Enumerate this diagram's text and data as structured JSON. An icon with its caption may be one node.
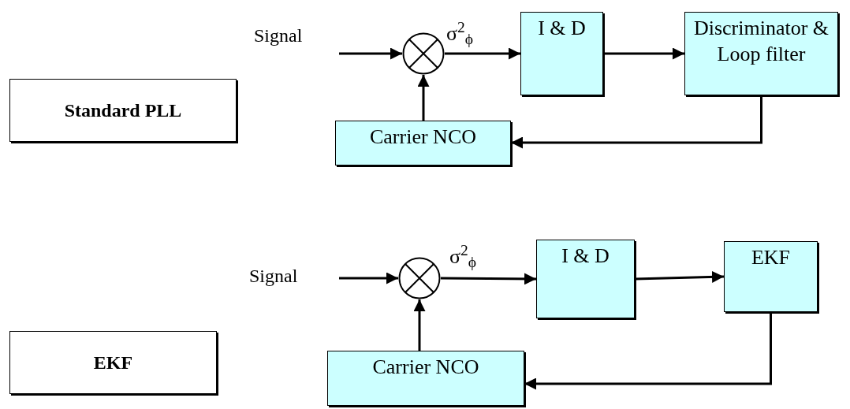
{
  "diagram": {
    "nodes": [
      {
        "text": [
          "Standard PLL"
        ]
      },
      {
        "text": [],
        "shape": "circle"
      },
      {
        "text": [
          "I & D"
        ]
      },
      {
        "text": [
          "Discriminator & Loop filter"
        ]
      },
      {
        "text": [
          "Carrier NCO"
        ]
      },
      {
        "text": [
          "EKF"
        ]
      },
      {
        "text": [],
        "shape": "circle"
      },
      {
        "text": [
          "I & D"
        ]
      },
      {
        "text": [
          "EKF"
        ]
      },
      {
        "text": [
          "Carrier NCO"
        ]
      }
    ],
    "edges": [
      {
        "from": null,
        "to": 1,
        "arrow": "to"
      },
      {
        "from": 1,
        "to": 2,
        "arrow": "to",
        "label": "σ$^{2}$$_{ϕ}$"
      },
      {
        "from": 2,
        "to": 3,
        "arrow": "to"
      },
      {
        "from": 3,
        "to": 4,
        "arrow": "to"
      },
      {
        "from": 4,
        "to": 1,
        "arrow": "to"
      },
      {
        "from": null,
        "to": 6,
        "arrow": "to"
      },
      {
        "from": 6,
        "to": 7,
        "arrow": "to",
        "label": "σ$^{2}$$_{ϕ}$"
      },
      {
        "from": 7,
        "to": 8,
        "arrow": "to"
      },
      {
        "from": 8,
        "to": 9,
        "arrow": "to"
      },
      {
        "from": 9,
        "to": 6,
        "arrow": "to"
      }
    ],
    "labels": [
      "Signal",
      "Signal"
    ]
  }
}
